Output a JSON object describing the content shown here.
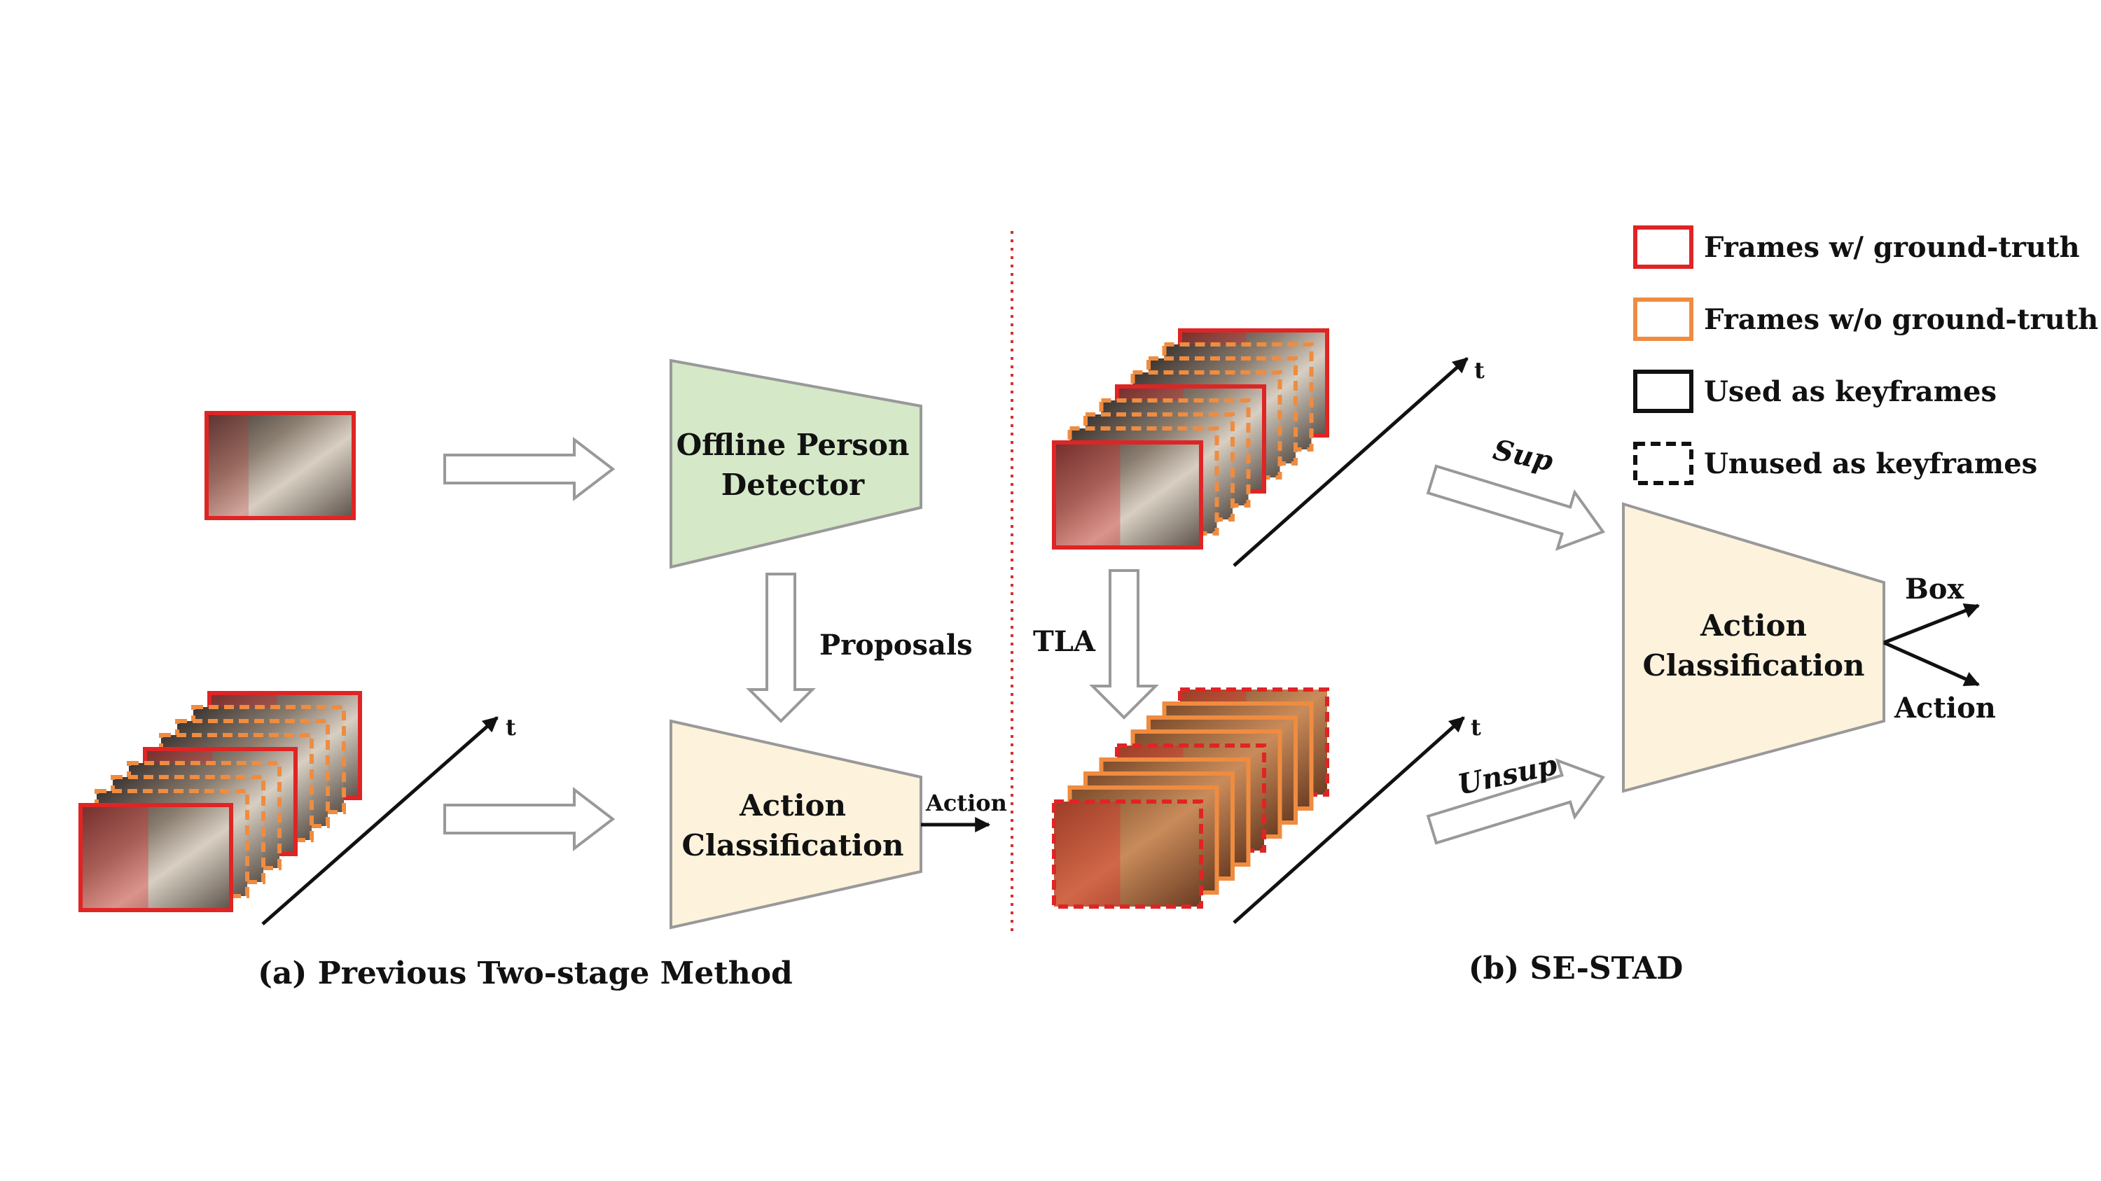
{
  "panel_a": {
    "caption": "(a) Previous Two-stage Method",
    "detector": {
      "line1": "Offline Person",
      "line2": "Detector"
    },
    "proposals_label": "Proposals",
    "classifier": {
      "line1": "Action",
      "line2": "Classification"
    },
    "output_label": "Action",
    "time_axis_label": "t"
  },
  "panel_b": {
    "caption": "(b) SE-STAD",
    "tla_label": "TLA",
    "sup_label": "Sup",
    "unsup_label": "Unsup",
    "classifier": {
      "line1": "Action",
      "line2": "Classification"
    },
    "output_box_label": "Box",
    "output_action_label": "Action",
    "time_axis_label_top": "t",
    "time_axis_label_bottom": "t"
  },
  "legend": {
    "items": [
      {
        "label": "Frames w/ ground-truth",
        "color": "#e02424",
        "style": "solid"
      },
      {
        "label": "Frames w/o ground-truth",
        "color": "#ef8c40",
        "style": "solid"
      },
      {
        "label": "Used as keyframes",
        "color": "#111111",
        "style": "solid"
      },
      {
        "label": "Unused as keyframes",
        "color": "#111111",
        "style": "dashed"
      }
    ]
  },
  "colors": {
    "gt_frame": "#e02424",
    "no_gt_frame": "#ef8c40",
    "detector_fill": "#d5e8c8",
    "classifier_fill": "#fdf2dc",
    "divider": "#d63030"
  }
}
